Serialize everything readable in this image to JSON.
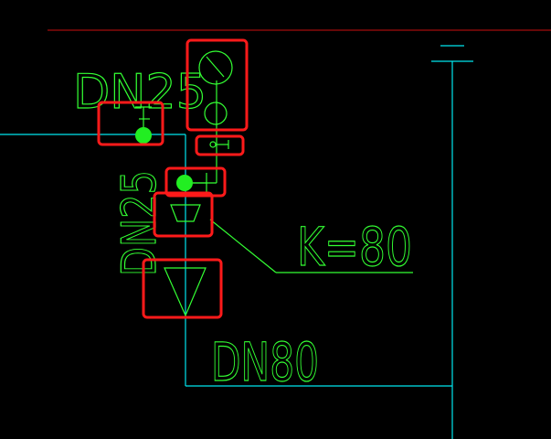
{
  "labels": {
    "dn25_horizontal": "DN25",
    "dn25_vertical": "DN25",
    "k_value": "K=80",
    "dn80": "DN80"
  },
  "colors": {
    "background": "#000000",
    "pipe": "#00e5ee",
    "symbol": "#33ff33",
    "text": "#33ff33",
    "highlight": "#ff1a1a",
    "red_line": "#cc1111",
    "node": "#22ee22"
  },
  "icons": {
    "pressure_gauge": "pressure-gauge-icon",
    "gate_valve": "gate-valve-icon",
    "reducer": "reducer-icon",
    "sprinkler": "sprinkler-head-icon"
  }
}
